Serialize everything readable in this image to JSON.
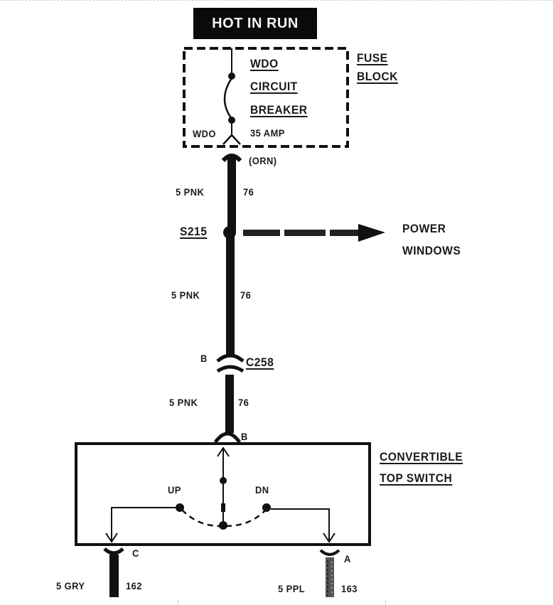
{
  "diagram": {
    "header_badge": "HOT IN RUN",
    "fuse_block": {
      "label_line1": "FUSE",
      "label_line2": "BLOCK",
      "breaker_name_line1": "WDO",
      "breaker_name_line2": "CIRCUIT",
      "breaker_name_line3": "BREAKER",
      "terminal_label": "WDO",
      "rating": "35 AMP",
      "connector_color": "(ORN)"
    },
    "wire_segments": [
      {
        "gauge_color": "5 PNK",
        "circuit": "76"
      },
      {
        "gauge_color": "5 PNK",
        "circuit": "76"
      },
      {
        "gauge_color": "5 PNK",
        "circuit": "76"
      }
    ],
    "splice": {
      "id": "S215",
      "destination_line1": "POWER",
      "destination_line2": "WINDOWS"
    },
    "connector": {
      "id": "C258",
      "pin_upper": "B",
      "pin_lower": "B"
    },
    "switch": {
      "label_line1": "CONVERTIBLE",
      "label_line2": "TOP SWITCH",
      "pos_up": "UP",
      "pos_down": "DN",
      "pin_left": "C",
      "pin_right": "A"
    },
    "outputs": [
      {
        "gauge_color": "5 GRY",
        "circuit": "162"
      },
      {
        "gauge_color": "5 PPL",
        "circuit": "163"
      }
    ],
    "colors": {
      "ink": "#111111",
      "background": "#ffffff",
      "badge_bg": "#0a0a0a",
      "badge_text": "#f2f2f2"
    }
  }
}
